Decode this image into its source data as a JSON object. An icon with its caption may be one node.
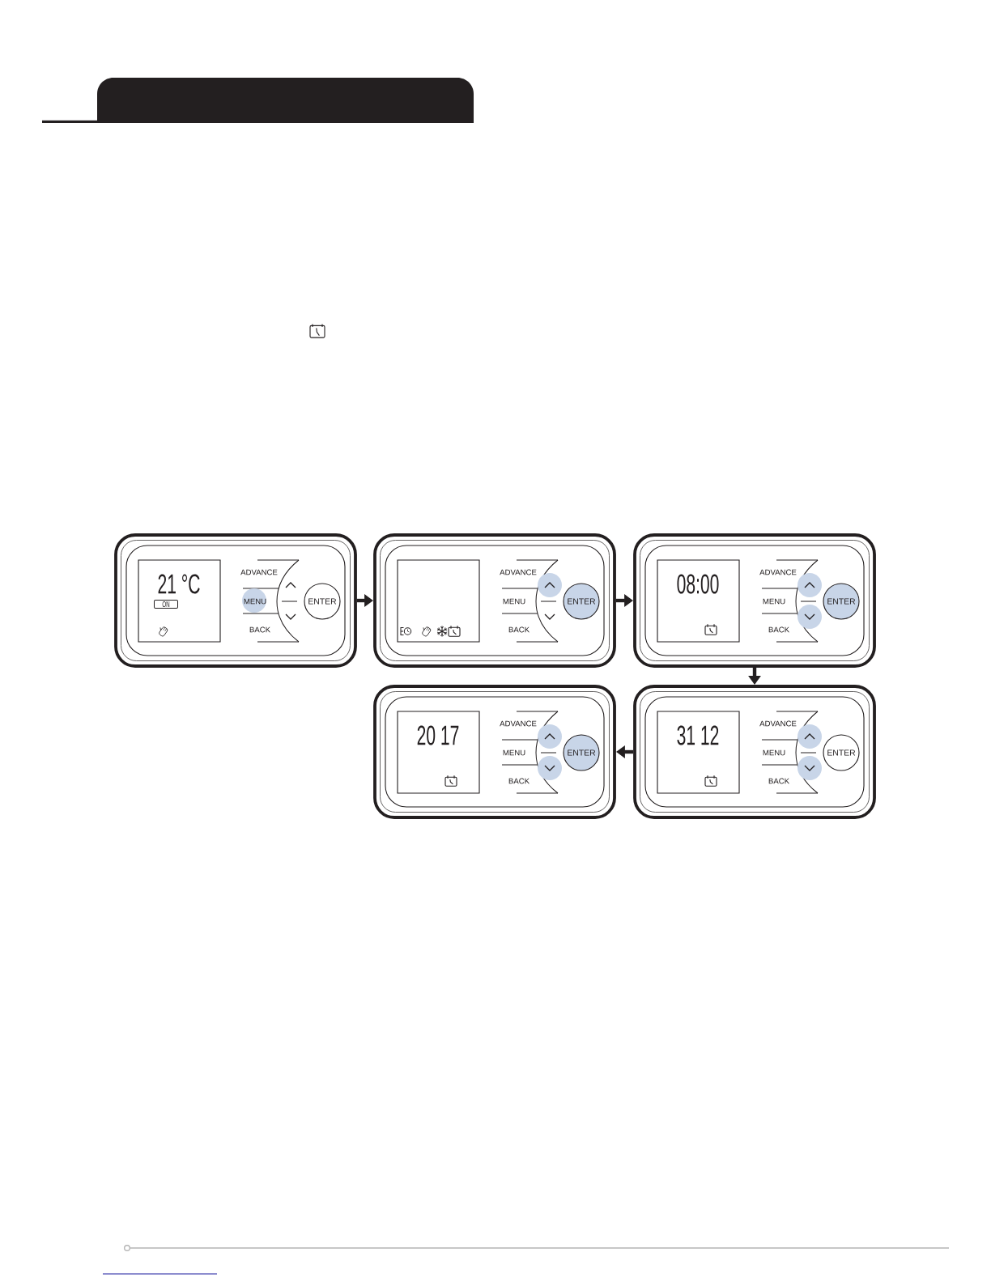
{
  "diagram": {
    "nodes": [
      {
        "text": [
          "ADVANCE",
          "MENU",
          "BACK"
        ]
      },
      {
        "text": [
          "21 °C"
        ],
        "in": 0
      },
      {
        "text": [
          "ON"
        ],
        "in": 1
      },
      {
        "text": [
          "ENTER"
        ],
        "in": 0
      },
      {
        "text": [
          "ADVANCE",
          "MENU",
          "BACK"
        ]
      },
      {
        "text": [],
        "shape": "box",
        "in": 4
      },
      {
        "text": [
          "ENTER"
        ],
        "in": 4
      },
      {
        "text": [
          "ADVANCE",
          "MENU",
          "BACK"
        ]
      },
      {
        "text": [
          "08:00"
        ],
        "in": 7
      },
      {
        "text": [
          "ENTER"
        ],
        "in": 7
      },
      {
        "text": [
          "ADVANCE",
          "MENU",
          "BACK"
        ]
      },
      {
        "text": [
          "20 17"
        ],
        "in": 10
      },
      {
        "text": [
          "ENTER"
        ],
        "in": 10
      },
      {
        "text": [
          "ADVANCE",
          "MENU",
          "BACK"
        ]
      },
      {
        "text": [
          "31 12"
        ],
        "in": 13
      },
      {
        "text": [
          "ENTER"
        ],
        "in": 13
      }
    ],
    "edges": [
      {
        "from": 0,
        "to": 4,
        "arrow": "to"
      },
      {
        "from": 4,
        "to": 7,
        "arrow": "to"
      },
      {
        "from": 7,
        "to": 13,
        "arrow": "to"
      },
      {
        "from": 13,
        "to": 10,
        "arrow": "to"
      }
    ]
  }
}
